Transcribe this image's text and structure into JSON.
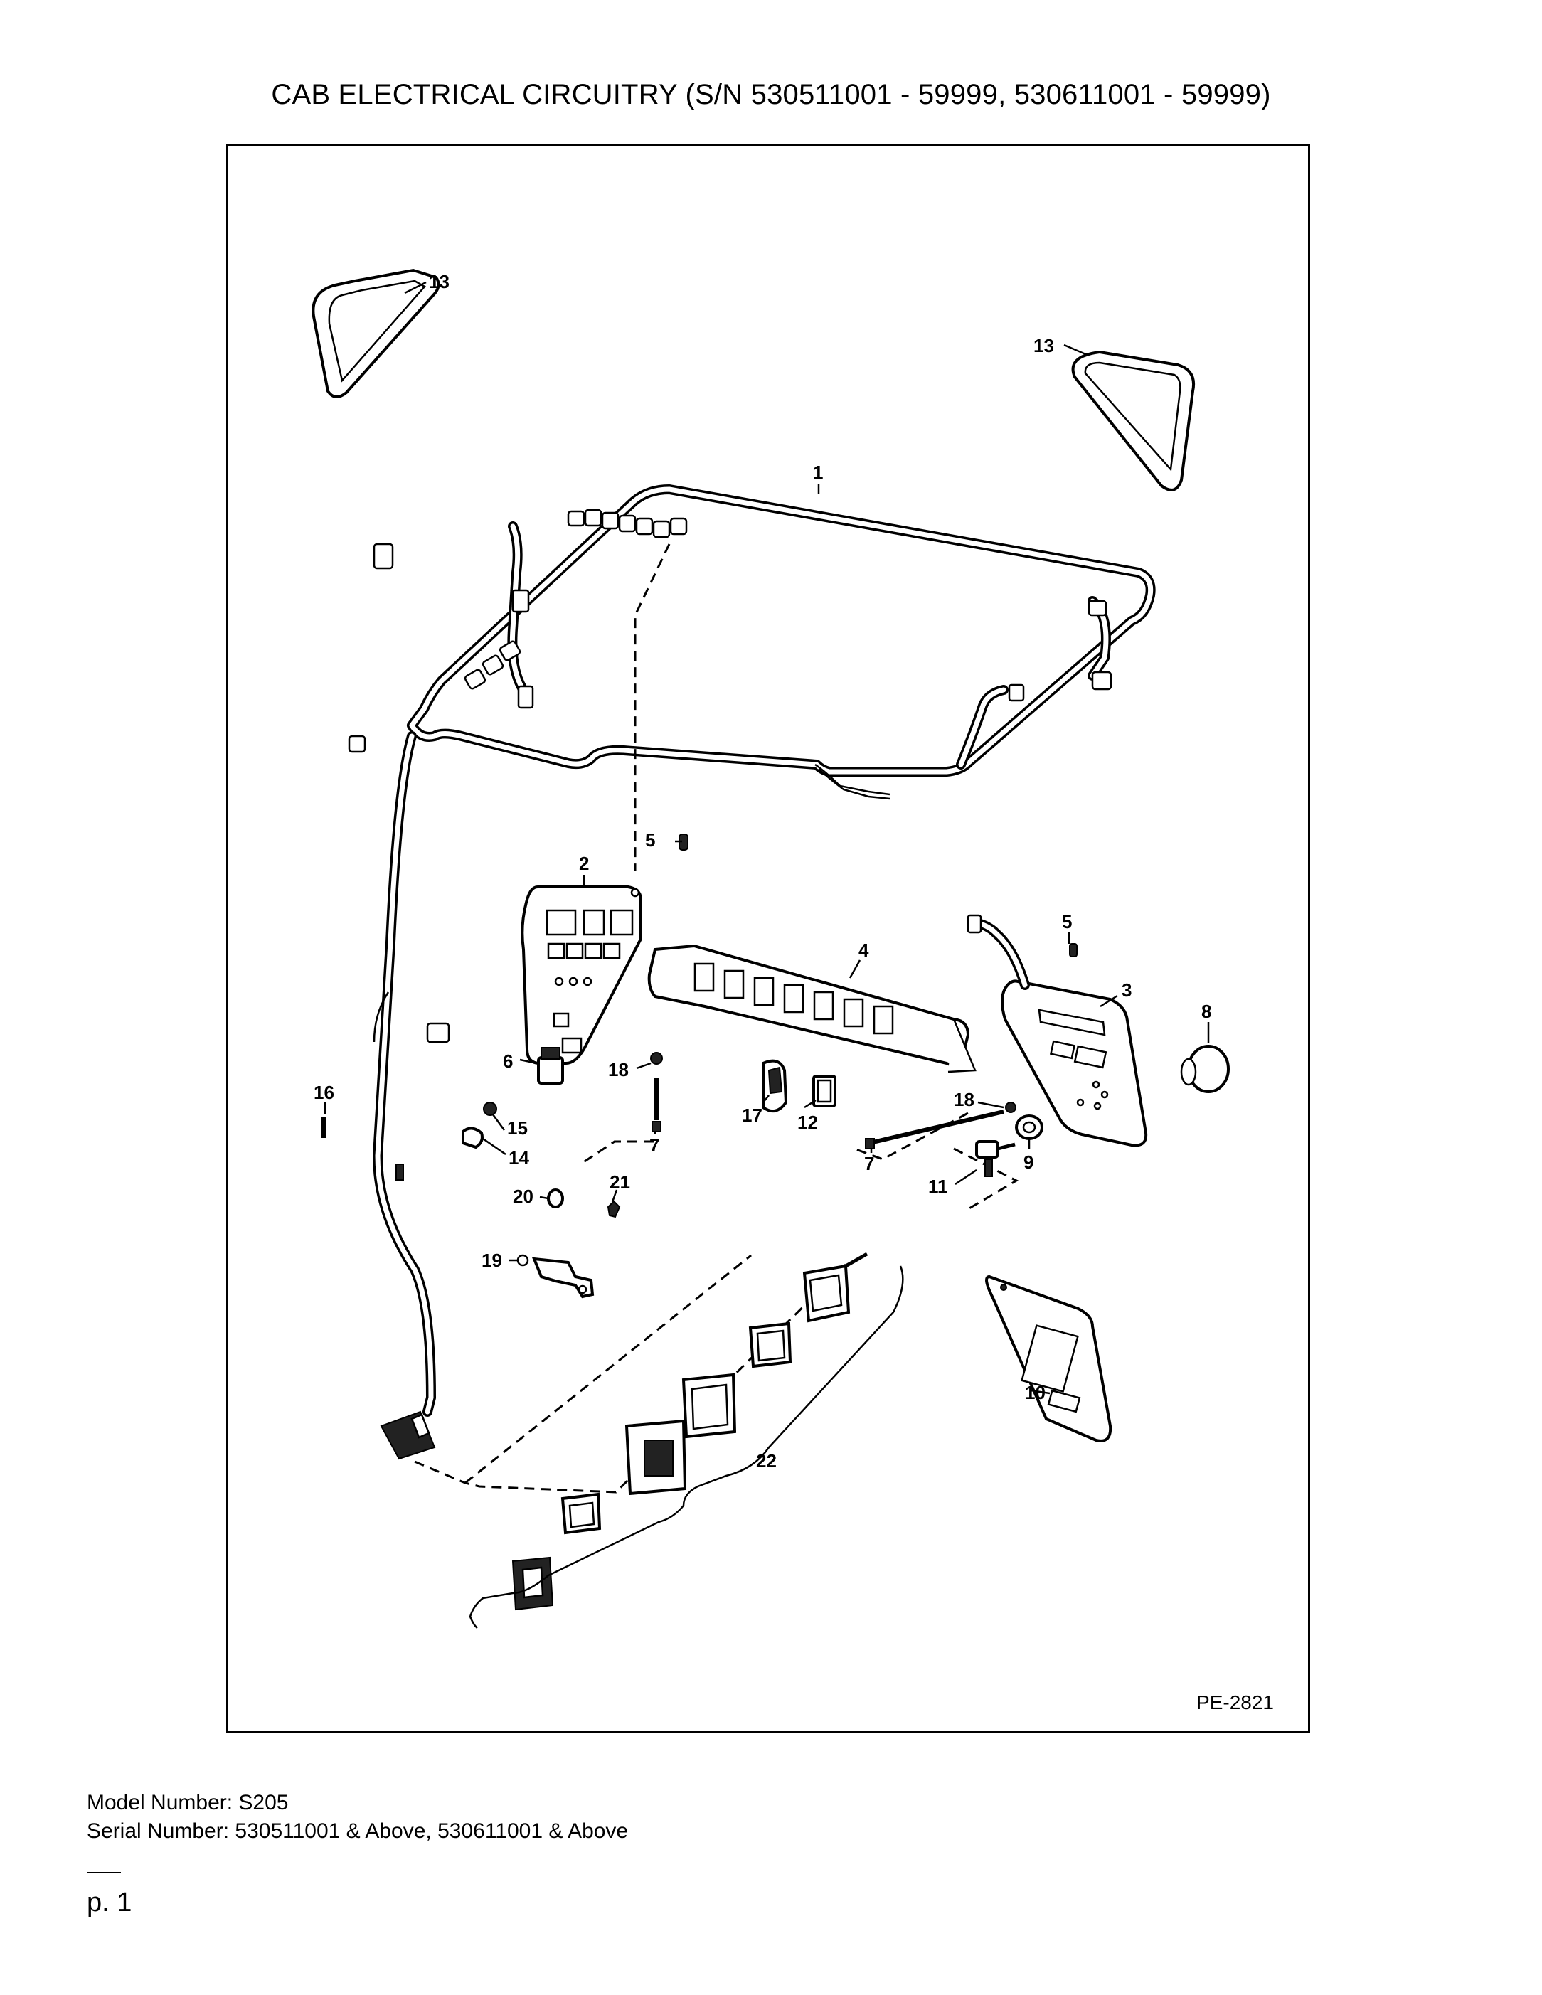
{
  "header": {
    "title": "CAB ELECTRICAL CIRCUITRY (S/N 530511001 - 59999, 530611001 - 59999)"
  },
  "diagram": {
    "drawing_code": "PE-2821",
    "callouts": [
      "1",
      "2",
      "3",
      "4",
      "5",
      "5",
      "6",
      "7",
      "7",
      "8",
      "9",
      "10",
      "11",
      "12",
      "13",
      "13",
      "14",
      "15",
      "16",
      "17",
      "18",
      "18",
      "19",
      "20",
      "21",
      "22"
    ]
  },
  "footer": {
    "model_line": "Model Number: S205",
    "serial_line": "Serial Number: 530511001 & Above, 530611001 & Above",
    "page_label": "p. 1"
  }
}
